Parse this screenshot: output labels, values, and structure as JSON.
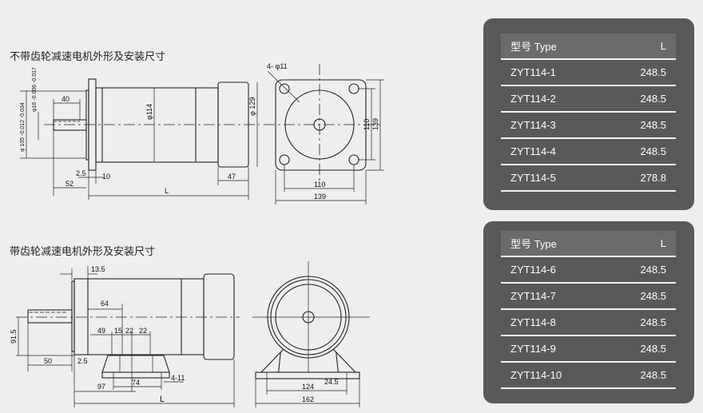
{
  "section1": {
    "title": "不带齿轮减速电机外形及安装尺寸",
    "dims": {
      "d40": "40",
      "d114": "φ114",
      "d105": "φ 105 -0.012 -0.034",
      "d16": "φ16 -0.006 -0.017",
      "d25": "2.5",
      "d10": "10",
      "d52": "52",
      "dL": "L",
      "d47": "47",
      "d129": "φ 129",
      "holes": "4- φ11",
      "d110h": "110",
      "d139h": "139",
      "d110v": "110",
      "d139v": "139"
    }
  },
  "section2": {
    "title": "带齿轮减速电机外形及安装尺寸",
    "dims": {
      "d135": "13.5",
      "d64": "64",
      "d49": "49",
      "d15": "15",
      "d22a": "22",
      "d22b": "22",
      "d915": "91.5",
      "d50": "50",
      "d25": "2.5",
      "d97": "97",
      "d74": "74",
      "d411": "4-11",
      "dL": "L",
      "d124": "124",
      "d245": "24.5",
      "d162": "162"
    }
  },
  "table1": {
    "header": {
      "type": "型号 Type",
      "l": "L"
    },
    "rows": [
      {
        "type": "ZYT114-1",
        "l": "248.5"
      },
      {
        "type": "ZYT114-2",
        "l": "248.5"
      },
      {
        "type": "ZYT114-3",
        "l": "248.5"
      },
      {
        "type": "ZYT114-4",
        "l": "248.5"
      },
      {
        "type": "ZYT114-5",
        "l": "278.8"
      }
    ]
  },
  "table2": {
    "header": {
      "type": "型号 Type",
      "l": "L"
    },
    "rows": [
      {
        "type": "ZYT114-6",
        "l": "248.5"
      },
      {
        "type": "ZYT114-7",
        "l": "248.5"
      },
      {
        "type": "ZYT114-8",
        "l": "248.5"
      },
      {
        "type": "ZYT114-9",
        "l": "248.5"
      },
      {
        "type": "ZYT114-10",
        "l": "248.5"
      }
    ]
  }
}
